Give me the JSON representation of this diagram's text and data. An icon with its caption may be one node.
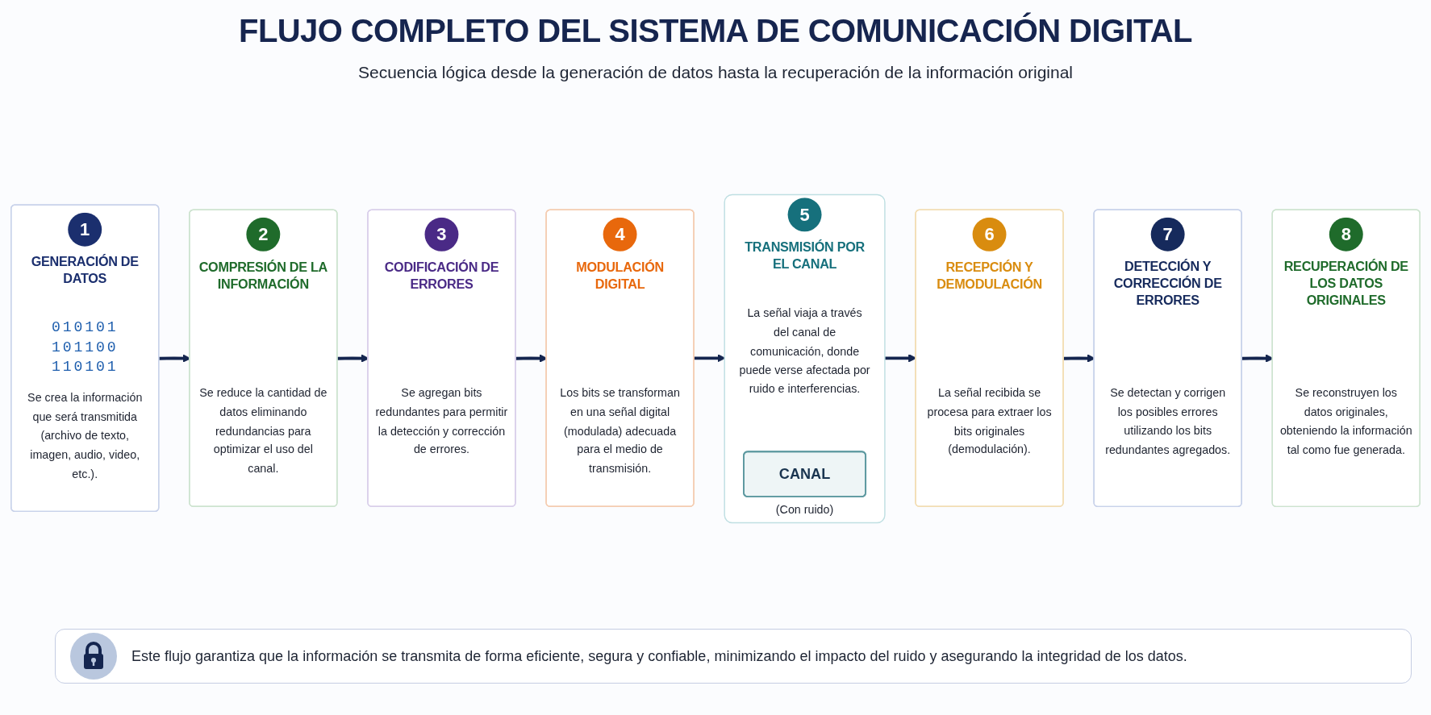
{
  "diagram": {
    "title": "FLUJO COMPLETO DEL SISTEMA DE COMUNICACIÓN DIGITAL",
    "labels": [
      "Secuencia lógica desde la generación de datos hasta la recuperación de la información original"
    ],
    "nodes": [
      {
        "text": [
          "1",
          "GENERACIÓN DE DATOS",
          "010101 101100 110101",
          "Se crea la información que será transmitida (archivo de texto, imagen, audio, video, etc.)."
        ]
      },
      {
        "text": [
          "2",
          "COMPRESIÓN DE LA INFORMACIÓN",
          "Se reduce la cantidad de datos eliminando redundancias para optimizar el uso del canal."
        ]
      },
      {
        "text": [
          "3",
          "CODIFICACIÓN DE ERRORES",
          "Se agregan bits redundantes para permitir la detección y corrección de errores."
        ]
      },
      {
        "text": [
          "4",
          "MODULACIÓN DIGITAL",
          "Los bits se transforman en una señal digital (modulada) adecuada para el medio de transmisión."
        ]
      },
      {
        "text": [
          "5",
          "TRANSMISIÓN POR EL CANAL",
          "La señal viaja a través del canal de comunicación, donde puede verse afectada por ruido e interferencias."
        ]
      },
      {
        "text": [
          "CANAL"
        ],
        "beside": [
          "(Con ruido)"
        ],
        "in": 4
      },
      {
        "text": [
          "6",
          "RECEPCIÓN Y DEMODULACIÓN",
          "La señal recibida se procesa para extraer los bits originales (demodulación)."
        ]
      },
      {
        "text": [
          "7",
          "DETECCIÓN Y CORRECCIÓN DE ERRORES",
          "Se detectan y corrigen los posibles errores utilizando los bits redundantes agregados."
        ]
      },
      {
        "text": [
          "8",
          "RECUPERACIÓN DE LOS DATOS ORIGINALES",
          "Se reconstruyen los datos originales, obteniendo la información tal como fue generada."
        ]
      }
    ],
    "edges": [
      {
        "from": 0,
        "to": 1,
        "arrow": "to"
      },
      {
        "from": 1,
        "to": 2,
        "arrow": "to"
      },
      {
        "from": 2,
        "to": 3,
        "arrow": "to"
      },
      {
        "from": 3,
        "to": 4,
        "arrow": "to"
      },
      {
        "from": 4,
        "to": 6,
        "arrow": "to"
      },
      {
        "from": 6,
        "to": 7,
        "arrow": "to"
      },
      {
        "from": 7,
        "to": 8,
        "arrow": "to"
      }
    ],
    "caption": "Este flujo garantiza que la información se transmita de forma eficiente, segura y confiable, minimizando el impacto del ruido y asegurando la integridad de los datos."
  }
}
